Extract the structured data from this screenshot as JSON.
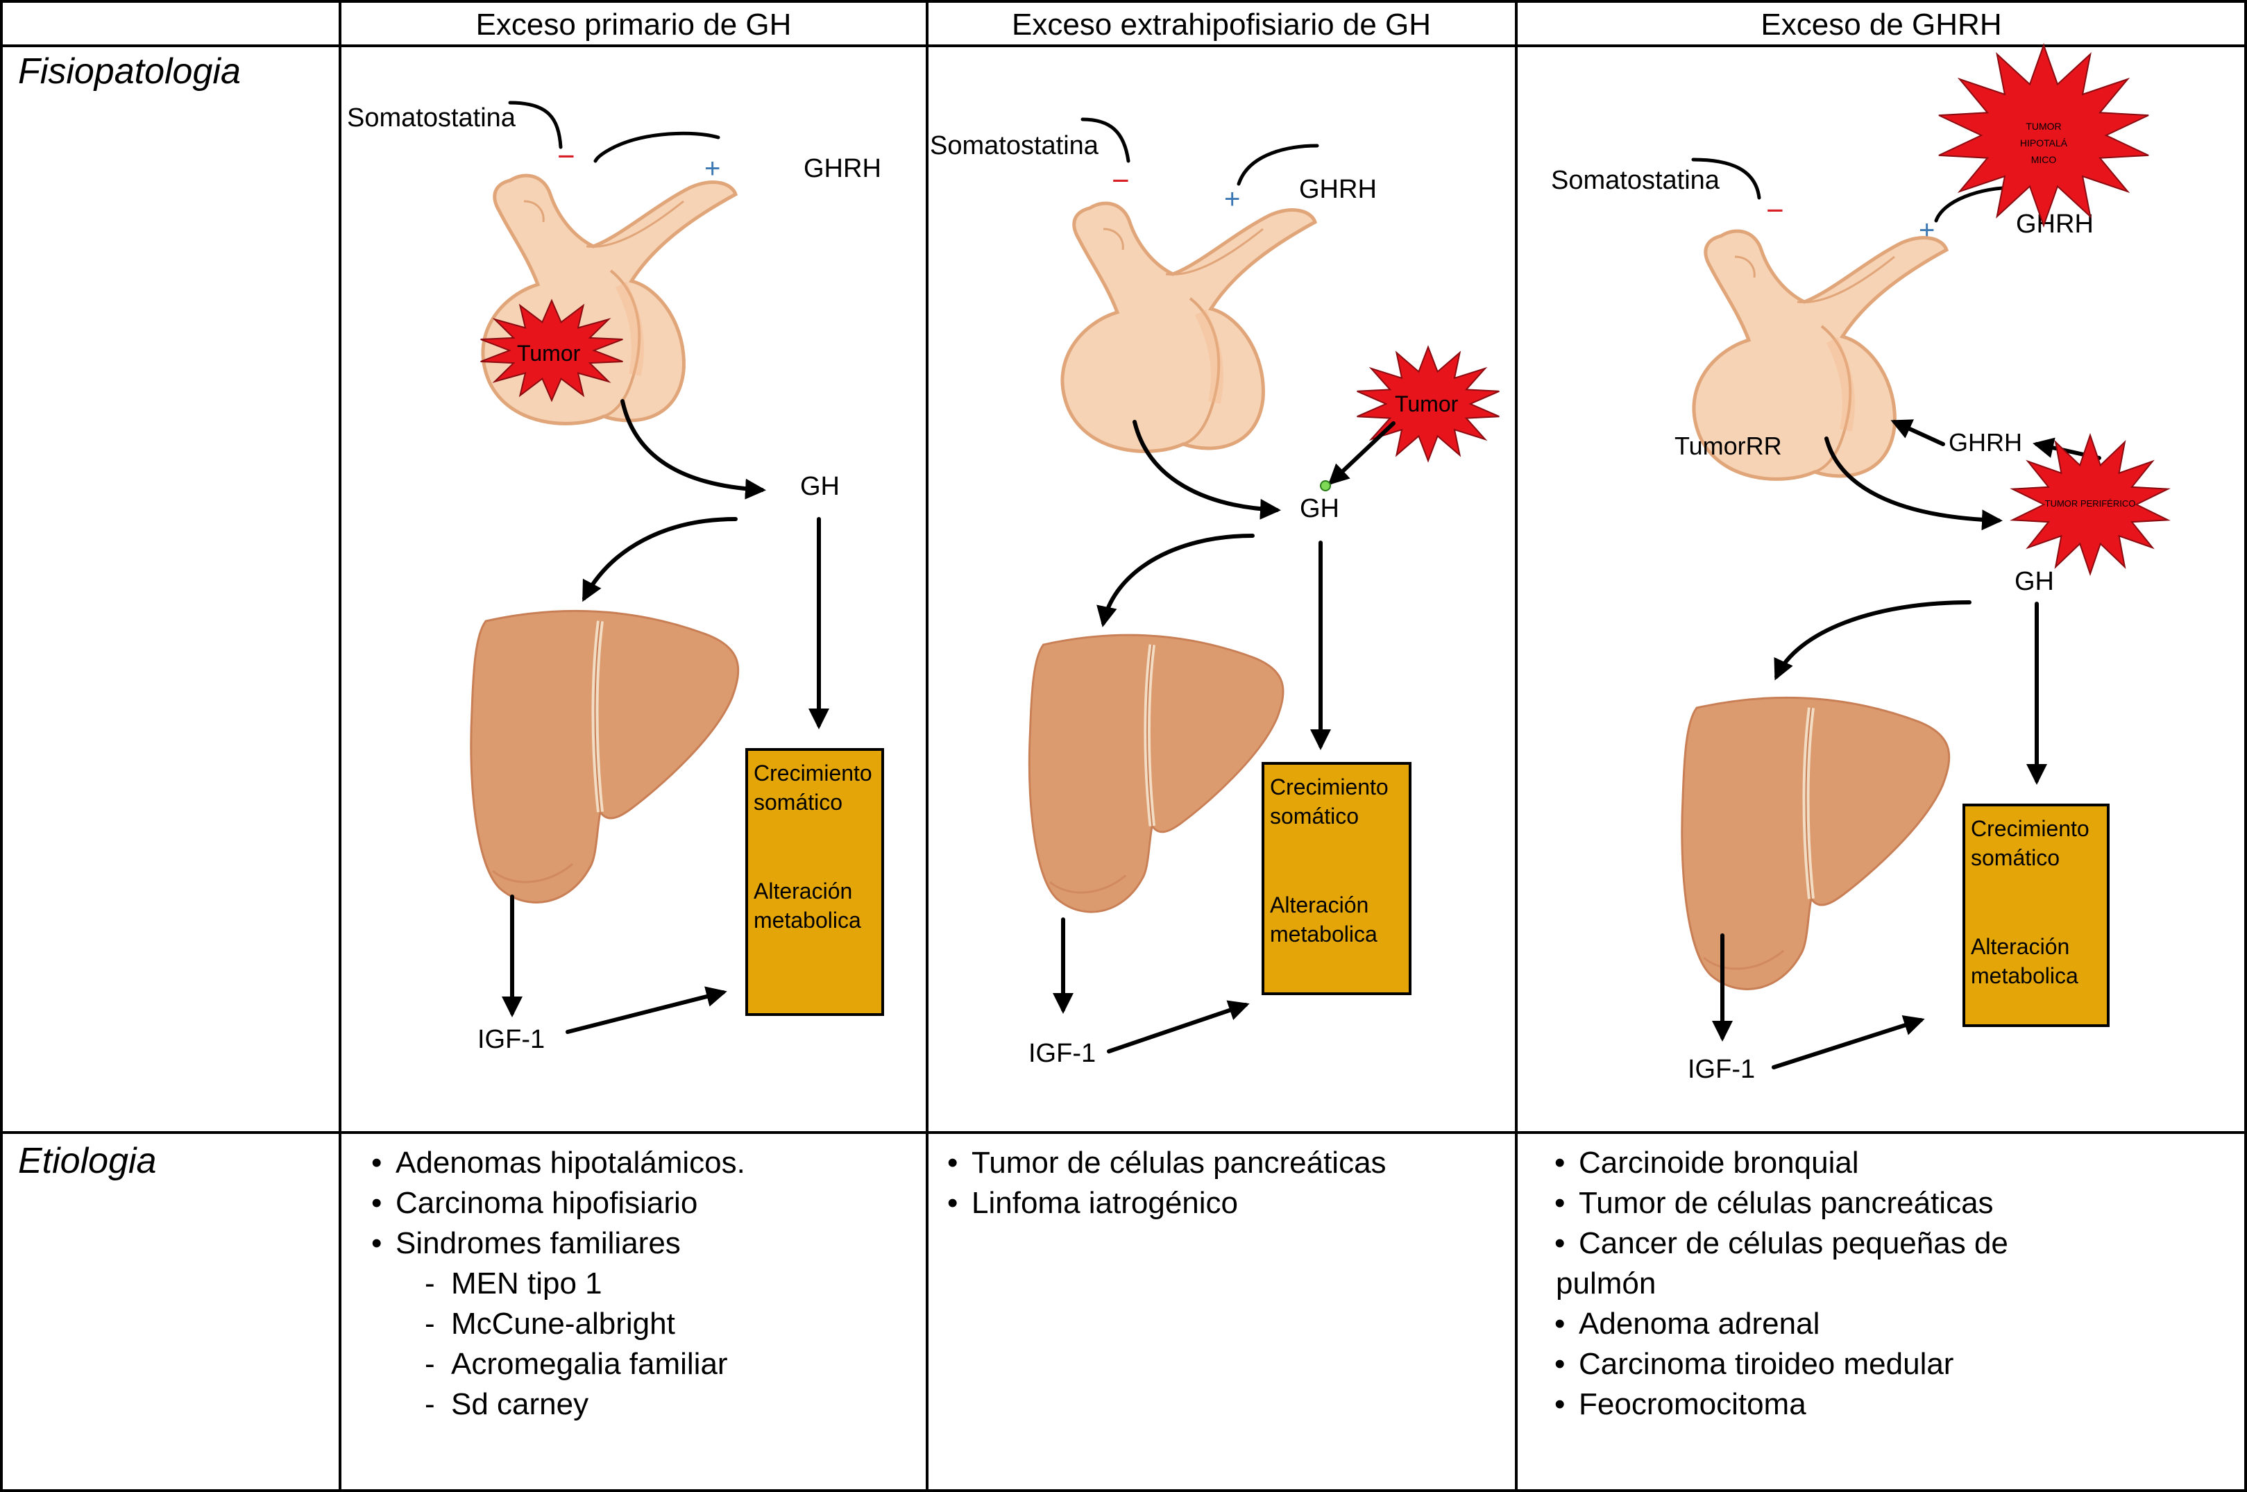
{
  "columns": [
    "Exceso primario de GH",
    "Exceso extrahipofisiario de GH",
    "Exceso de GHRH"
  ],
  "rows": [
    "Fisiopatologia",
    "Etiologia"
  ],
  "labels": {
    "somatostatina": "Somatostatina",
    "ghrh": "GHRH",
    "gh": "GH",
    "igf1": "IGF-1",
    "minus": "−",
    "plus": "+",
    "tumor": "Tumor",
    "tumor_rr": "TumorRR",
    "tumor_hipotalamico_lines": [
      "TUMOR",
      "HIPOTALÁ",
      "MICO"
    ],
    "tumor_periferico": "TUMOR PERIFÉRICO"
  },
  "effect_box": {
    "line1": "Crecimiento",
    "line2": "somático",
    "line3": "Alteración",
    "line4": "metabolica"
  },
  "etiologia": {
    "col1": [
      "Adenomas hipotalámicos.",
      "Carcinoma hipofisiario",
      "Sindromes familiares"
    ],
    "col1_sub": [
      "MEN tipo 1",
      "McCune-albright",
      "Acromegalia familiar",
      "Sd carney"
    ],
    "col2": [
      "Tumor de células pancreáticas",
      "Linfoma iatrogénico"
    ],
    "col3": [
      "Carcinoide bronquial",
      "Tumor de células pancreáticas",
      "Cancer de células pequeñas de",
      "pulmón",
      "Adenoma adrenal",
      "Carcinoma tiroideo medular",
      "Feocromocitoma"
    ]
  },
  "bullet": "•",
  "dash": "-",
  "colors": {
    "tumor": "#e8141c",
    "pituitary": "#f7d3b5",
    "pituitary_stroke": "#e1a57a",
    "liver": "#dc9a6f",
    "liver_shadow": "#c97f55",
    "box": "#e3a508",
    "minus": "#d81f26",
    "plus": "#3c78b4"
  }
}
